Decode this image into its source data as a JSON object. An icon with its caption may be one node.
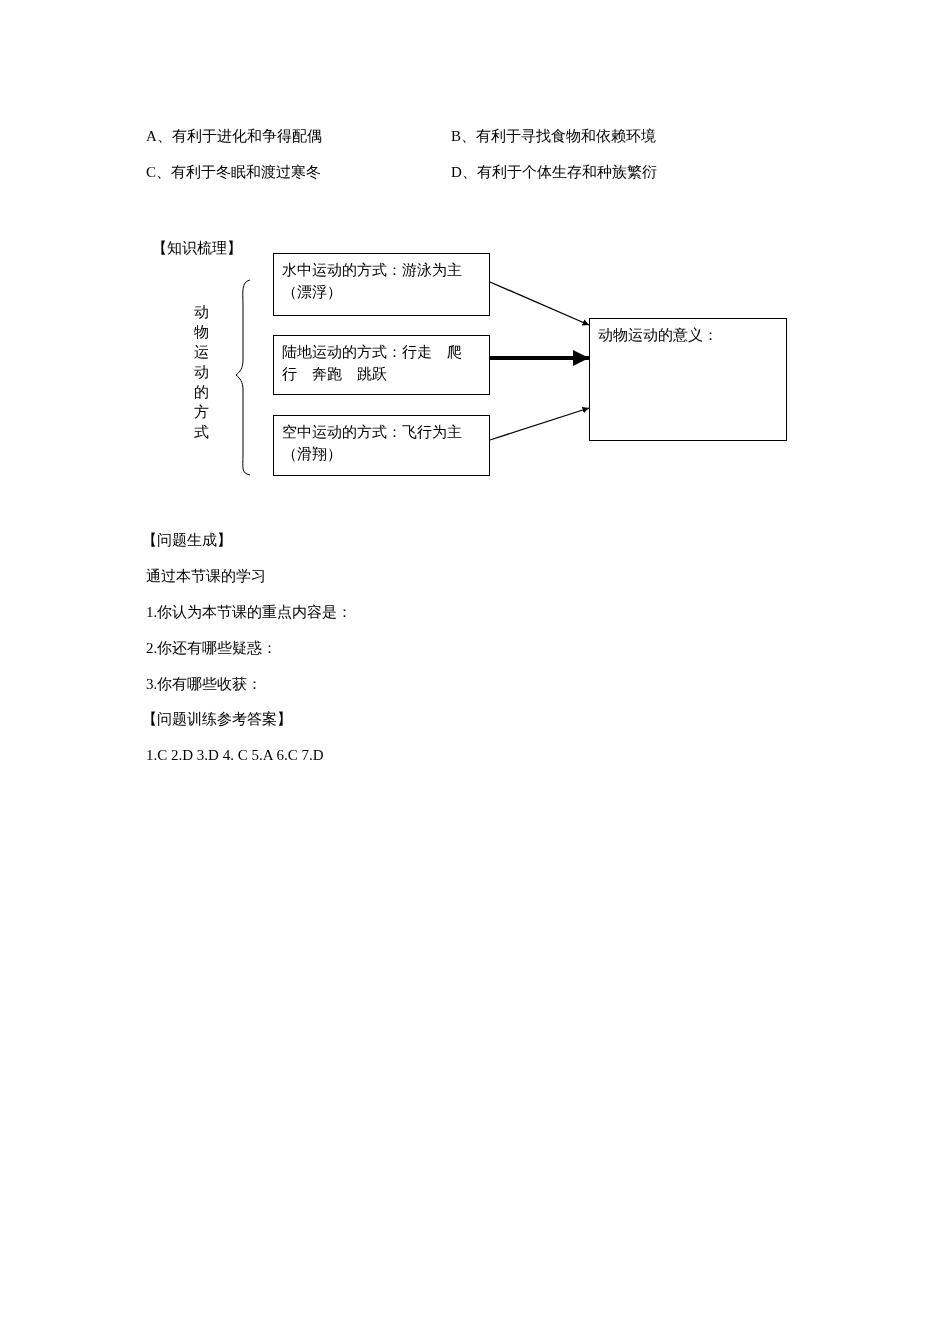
{
  "diagram": {
    "nodes": [
      {
        "text": [
          "水中运动的方式：游泳为主（漂浮）"
        ]
      },
      {
        "text": [
          "陆地运动的方式：行走　爬行　奔跑　跳跃"
        ]
      },
      {
        "text": [
          "空中运动的方式：飞行为主（滑翔）"
        ]
      },
      {
        "text": [
          "动物运动的意义："
        ]
      }
    ],
    "edges": [
      {
        "from": 0,
        "to": 3,
        "arrow": "to"
      },
      {
        "from": 1,
        "to": 3,
        "arrow": "to",
        "style": "thick"
      },
      {
        "from": 2,
        "to": 3,
        "arrow": "to"
      }
    ],
    "labels": [
      "A、有利于进化和争得配偶",
      "B、有利于寻找食物和依赖环境",
      "C、有利于冬眠和渡过寒冬",
      "D、有利于个体生存和种族繁衍",
      "【知识梳理】",
      "动物运动的方式",
      "【问题生成】",
      "通过本节课的学习",
      "1.你认为本节课的重点内容是：",
      "2.你还有哪些疑惑：",
      "3.你有哪些收获：",
      "【问题训练参考答案】",
      "1.C 2.D 3.D  4. C 5.A 6.C 7.D"
    ]
  }
}
